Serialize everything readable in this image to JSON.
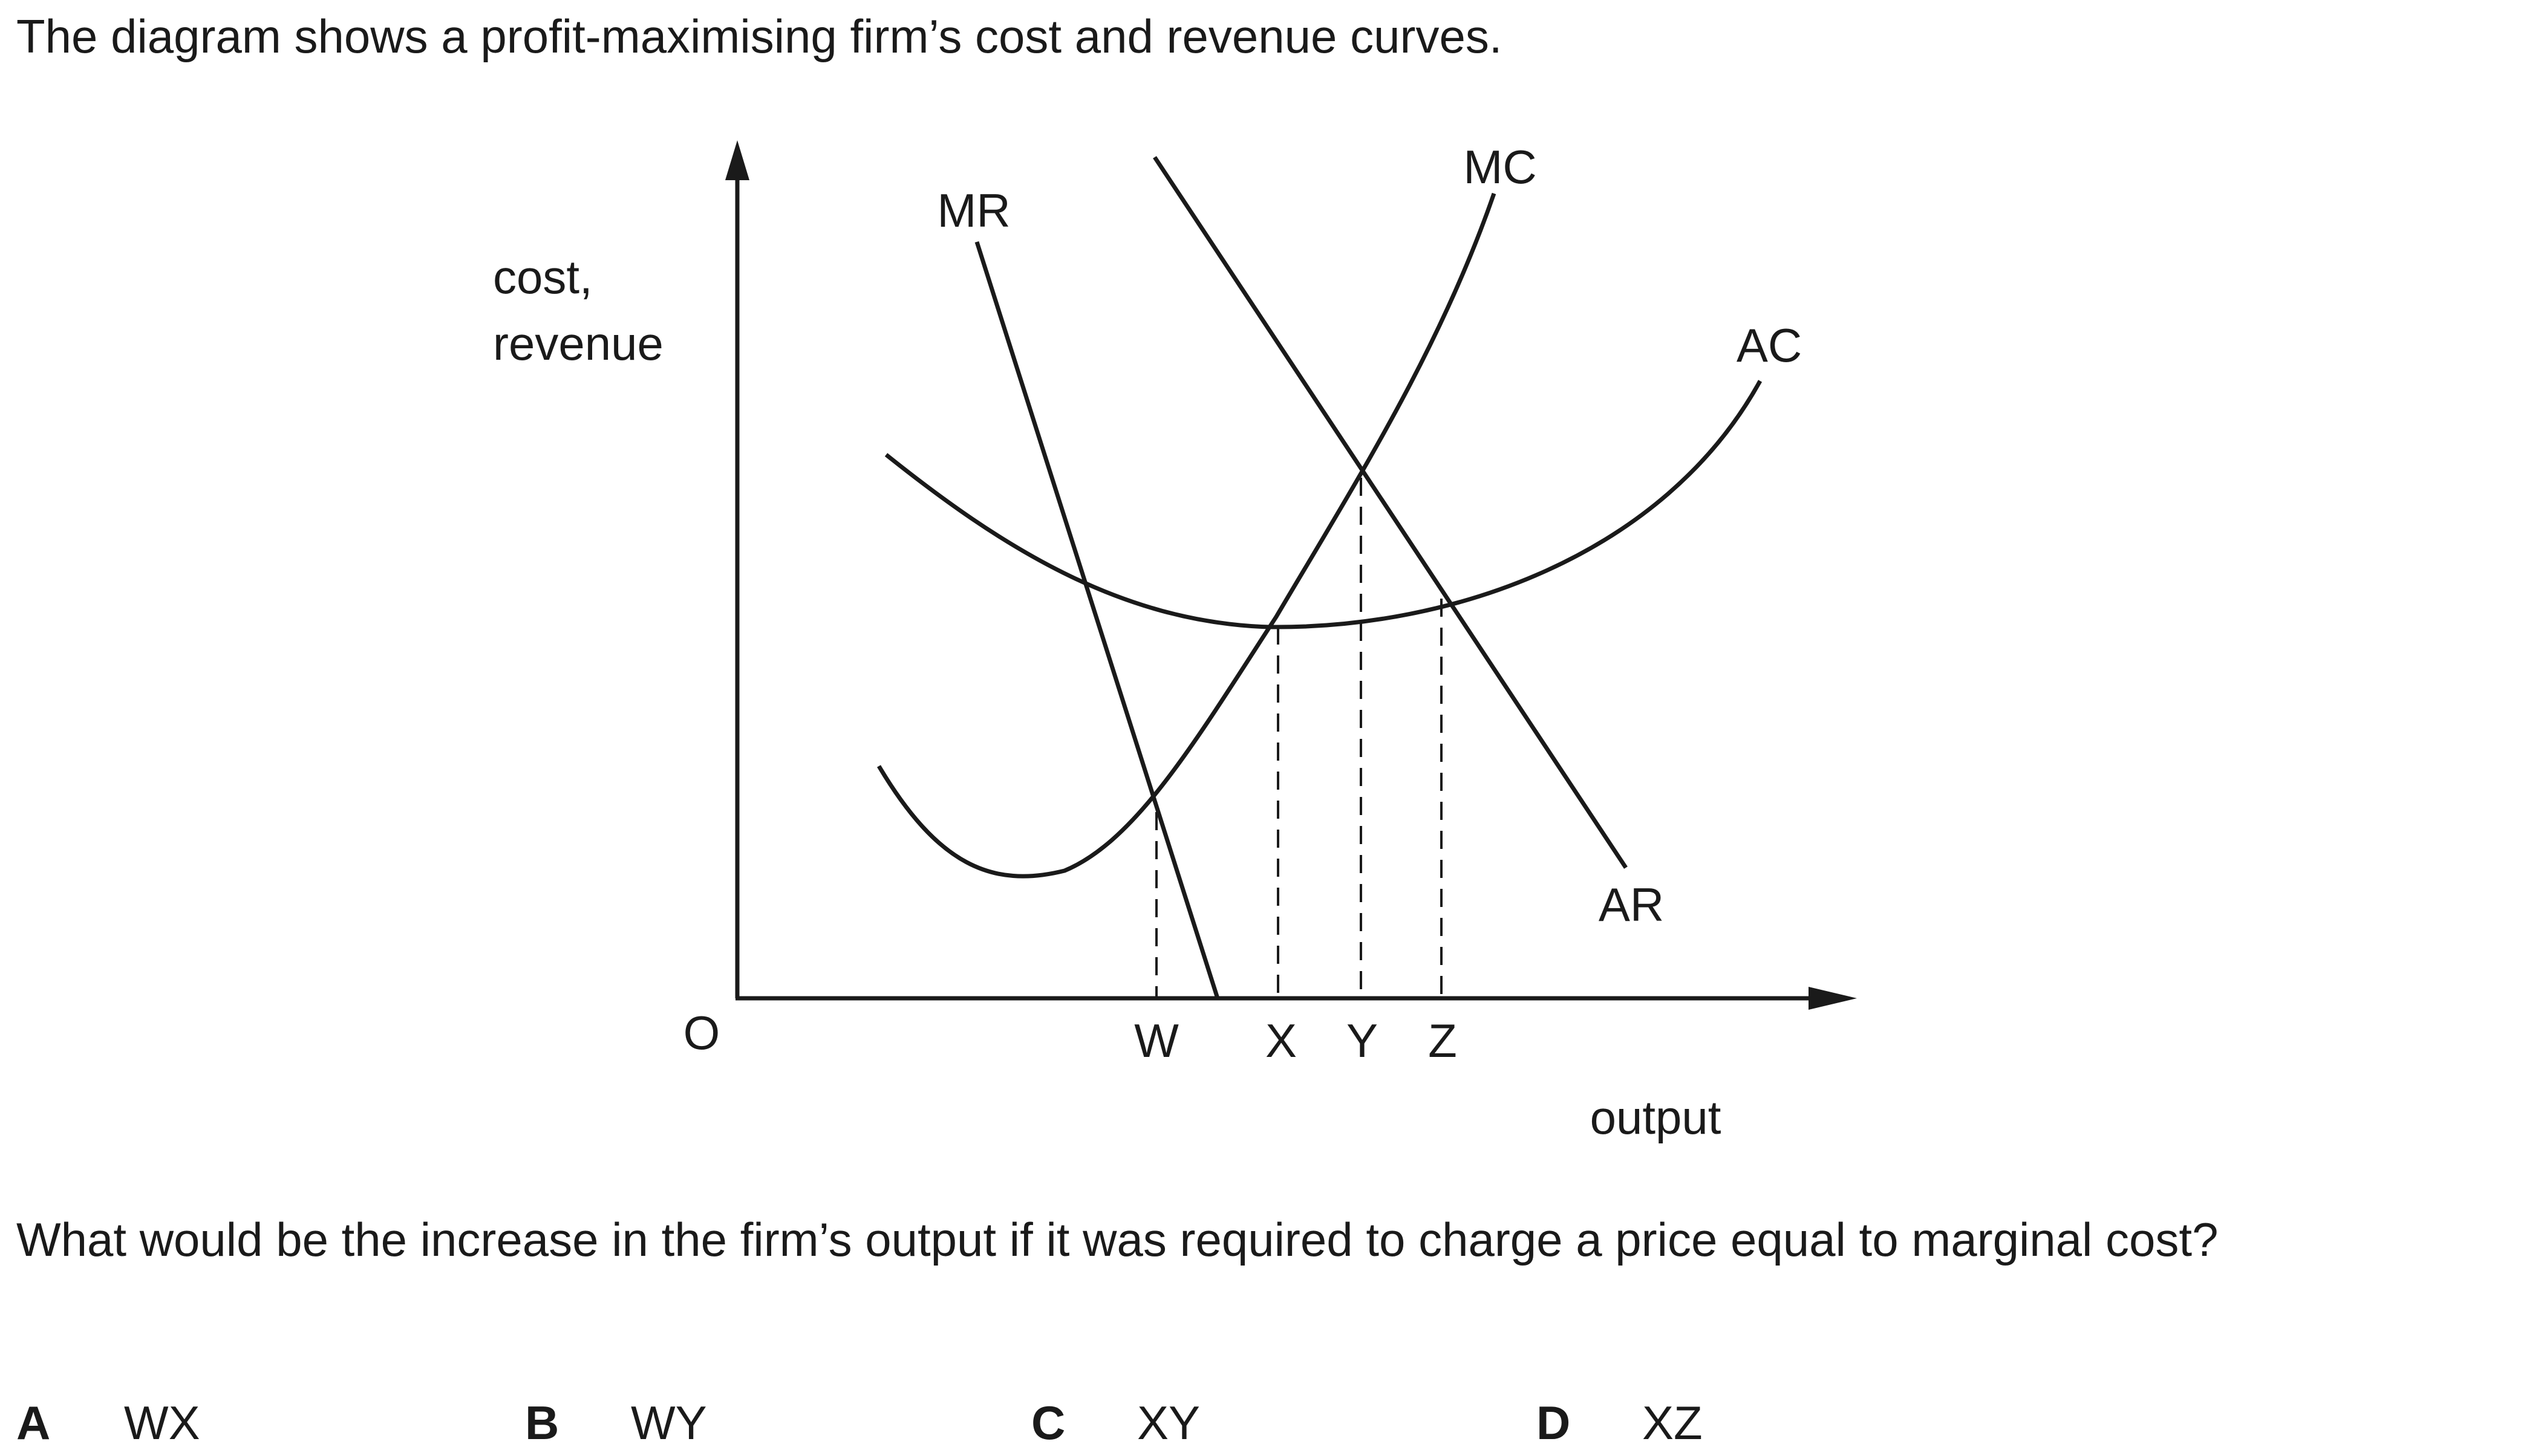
{
  "question": {
    "intro": "The diagram shows a profit-maximising firm’s cost and revenue curves.",
    "prompt": "What would be the increase in the firm’s output if it was required to charge a price equal to marginal cost?",
    "options": [
      {
        "letter": "A",
        "text": "WX"
      },
      {
        "letter": "B",
        "text": "WY"
      },
      {
        "letter": "C",
        "text": "XY"
      },
      {
        "letter": "D",
        "text": "XZ"
      }
    ]
  },
  "diagram": {
    "y_axis_label_line1": "cost,",
    "y_axis_label_line2": "revenue",
    "x_axis_label": "output",
    "origin_label": "O",
    "curves": {
      "mr": "MR",
      "mc": "MC",
      "ac": "AC",
      "ar": "AR"
    },
    "output_marks": [
      "W",
      "X",
      "Y",
      "Z"
    ]
  }
}
